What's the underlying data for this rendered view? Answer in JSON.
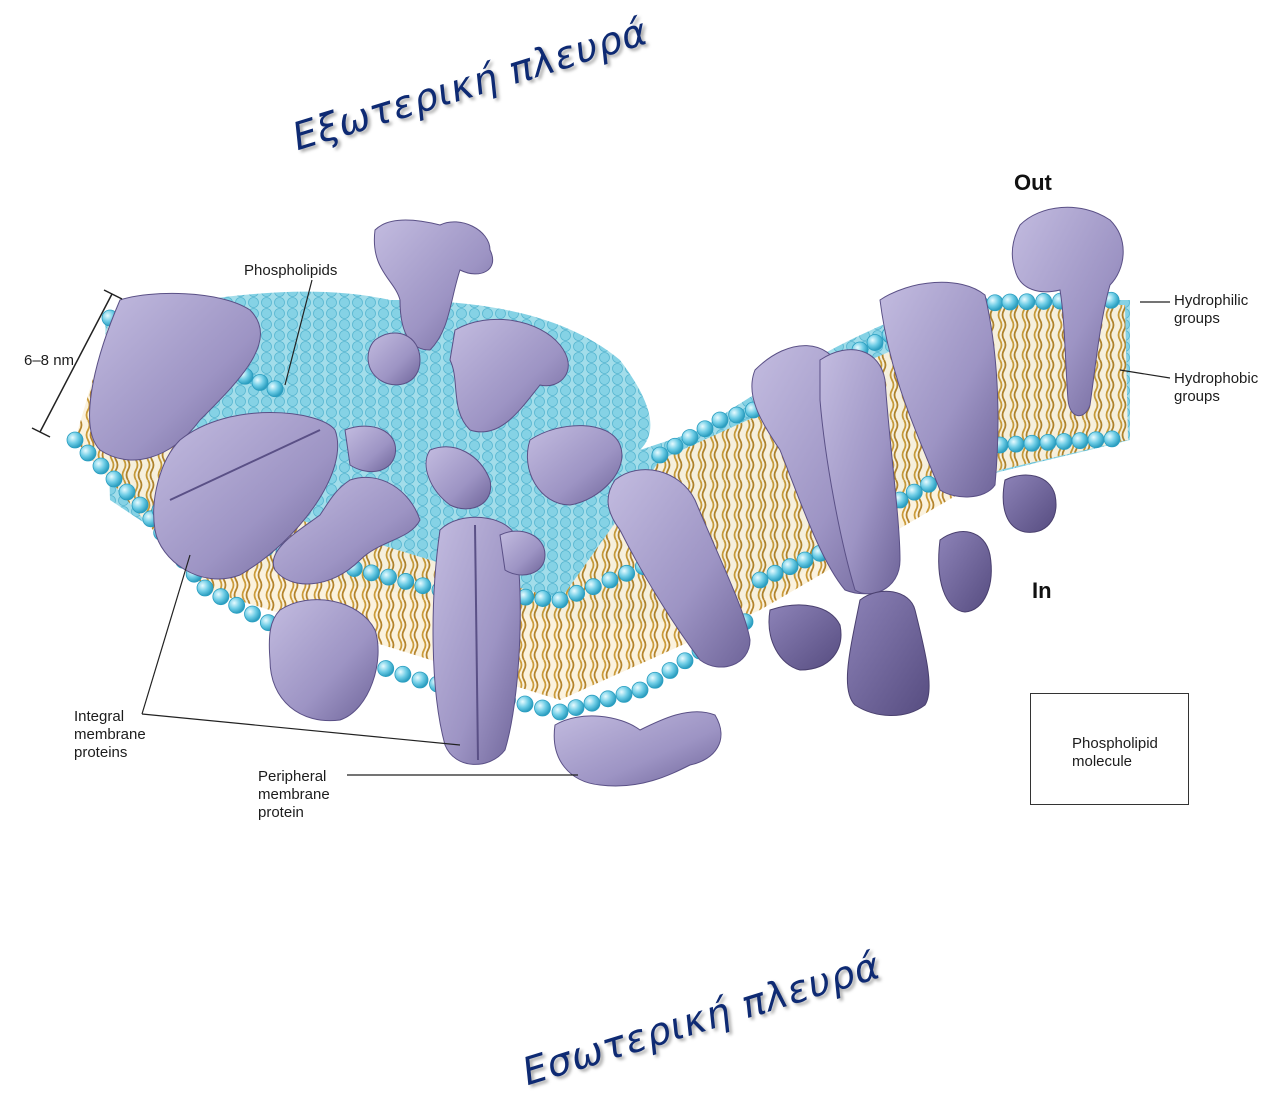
{
  "titles": {
    "outer_side": "Εξωτερική πλευρά",
    "inner_side": "Εσωτερική πλευρά"
  },
  "labels": {
    "phospholipids": "Phospholipids",
    "thickness": "6–8 nm",
    "integral": "Integral\nmembrane\nproteins",
    "peripheral": "Peripheral\nmembrane\nprotein",
    "out": "Out",
    "in": "In",
    "hydrophilic": "Hydrophilic\ngroups",
    "hydrophobic": "Hydrophobic\ngroups"
  },
  "legend": {
    "text": "Phospholipid\nmolecule"
  },
  "colors": {
    "head": "#6ecde6",
    "head_dark": "#2b9ec0",
    "tail": "#c8962f",
    "protein": "#9d94c4",
    "protein_dark": "#6e6499",
    "title_text": "#0e2a73"
  }
}
